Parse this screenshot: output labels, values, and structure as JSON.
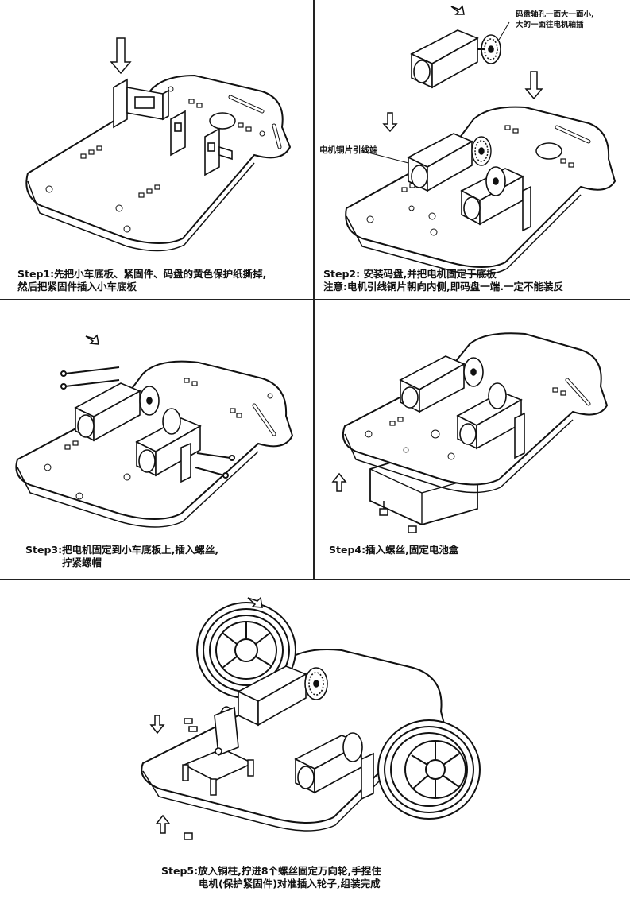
{
  "panels": [
    {
      "id": "step1",
      "caption_lines": [
        "Step1:先把小车底板、紧固件、码盘的黄色保护纸撕掉,",
        "然后把紧固件插入小车底板"
      ]
    },
    {
      "id": "step2",
      "notes": [
        "码盘轴孔一面大一面小,",
        "大的一面往电机轴插",
        "电机铜片引线端"
      ],
      "caption_lines": [
        "Step2:   安装码盘,并把电机固定于底板",
        "注意:电机引线铜片朝向内侧,即码盘一端.一定不能装反"
      ]
    },
    {
      "id": "step3",
      "caption_lines": [
        "Step3:把电机固定到小车底板上,插入螺丝,",
        "拧紧螺帽"
      ]
    },
    {
      "id": "step4",
      "caption_lines": [
        "Step4:插入螺丝,固定电池盒"
      ]
    },
    {
      "id": "step5",
      "caption_lines": [
        "Step5:放入铜柱,拧进8个螺丝固定万向轮,手捏住",
        "电机(保护紧固件)对准插入轮子,组装完成"
      ]
    }
  ],
  "icons": {
    "arrow": "down-arrow-icon",
    "motor": "motor-icon",
    "wheel": "wheel-icon",
    "encoder": "encoder-disc-icon"
  },
  "colors": {
    "ink": "#111111",
    "line": "#222222",
    "paper": "#ffffff",
    "shade": "#cfcfcf"
  }
}
